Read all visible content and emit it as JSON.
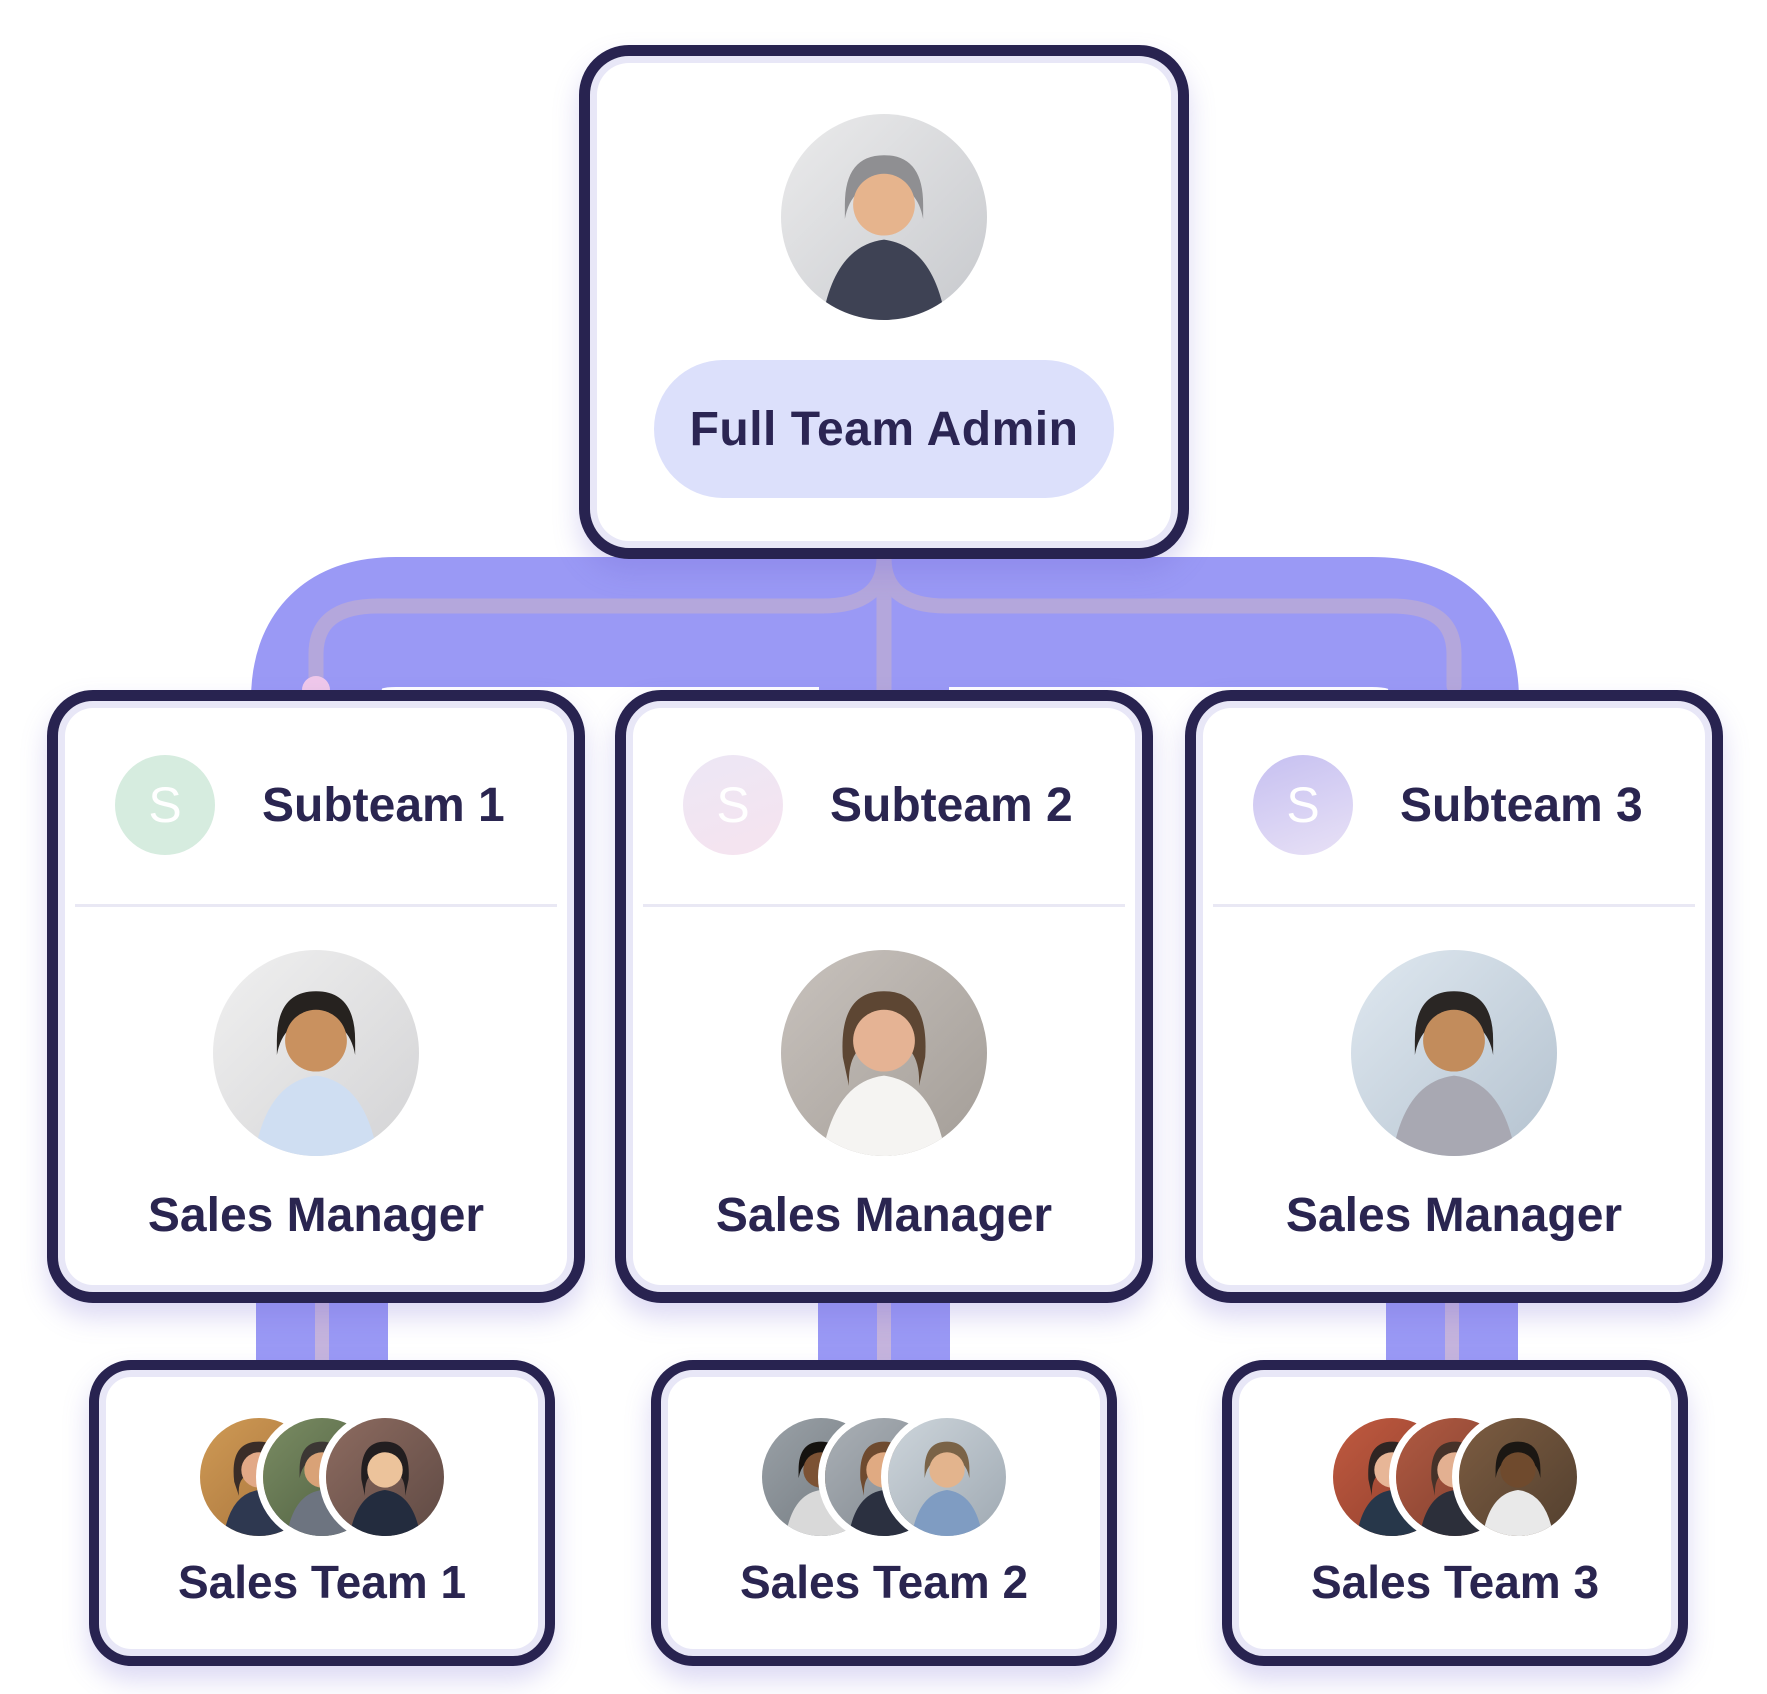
{
  "root_card": {
    "name_label": "Full Team Admin"
  },
  "subteams": [
    {
      "badge_letter": "S",
      "title": "Subteam 1",
      "manager_role": "Sales Manager",
      "team_label": "Sales Team 1"
    },
    {
      "badge_letter": "S",
      "title": "Subteam 2",
      "manager_role": "Sales Manager",
      "team_label": "Sales Team 2"
    },
    {
      "badge_letter": "S",
      "title": "Subteam 3",
      "manager_role": "Sales Manager",
      "team_label": "Sales Team 3"
    }
  ],
  "colors": {
    "card_border": "#282350",
    "card_inner_rim": "#e8e7f7",
    "text": "#2a2550",
    "pill_background": "#dce0fb",
    "connector_thick": "#9a99f5",
    "connector_thin": "#b4a7dc",
    "connector_end_dot": "#efc8ea",
    "sub_connector_stripe": "#c5b4dd",
    "badge_subteam1": "#d6ecdf",
    "badge_subteam2": "#f6e3ef",
    "badge_subteam3": "#c6c0f1"
  },
  "avatars": {
    "admin": "older-man-gray-hair-dark-suit-blue-tie",
    "managers": [
      "young-man-dark-hair-light-blue-shirt",
      "woman-long-brown-hair-white-shirt",
      "man-gray-suit-navy-tie"
    ],
    "teams": [
      [
        "woman-curly-dark-hair",
        "man-glasses-gray-suit",
        "woman-black-hair-dark-blazer"
      ],
      [
        "man-gray-sweater",
        "woman-long-hair-black-blazer",
        "man-glasses-blue-shirt"
      ],
      [
        "woman-dark-hair-brick-wall",
        "woman-brown-hair-brick-wall",
        "man-beard-white-coat"
      ]
    ]
  }
}
